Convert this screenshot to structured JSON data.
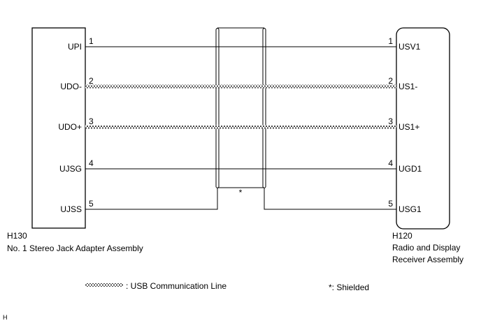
{
  "left_component": {
    "code": "H130",
    "name": "No. 1 Stereo Jack Adapter Assembly"
  },
  "right_component": {
    "code": "H120",
    "name_line1": "Radio and Display",
    "name_line2": "Receiver Assembly"
  },
  "wires": [
    {
      "left_pin": "1",
      "left_name": "UPI",
      "right_pin": "1",
      "right_name": "USV1",
      "style": "plain"
    },
    {
      "left_pin": "2",
      "left_name": "UDO-",
      "right_pin": "2",
      "right_name": "US1-",
      "style": "usb"
    },
    {
      "left_pin": "3",
      "left_name": "UDO+",
      "right_pin": "3",
      "right_name": "US1+",
      "style": "usb"
    },
    {
      "left_pin": "4",
      "left_name": "UJSG",
      "right_pin": "4",
      "right_name": "UGD1",
      "style": "plain"
    },
    {
      "left_pin": "5",
      "left_name": "UJSS",
      "right_pin": "5",
      "right_name": "USG1",
      "style": "shield-drain"
    }
  ],
  "shield": {
    "mark": "*"
  },
  "legend": {
    "usb_line_label": ": USB Communication Line",
    "shielded_label": "*: Shielded"
  },
  "footer_letter": "H"
}
